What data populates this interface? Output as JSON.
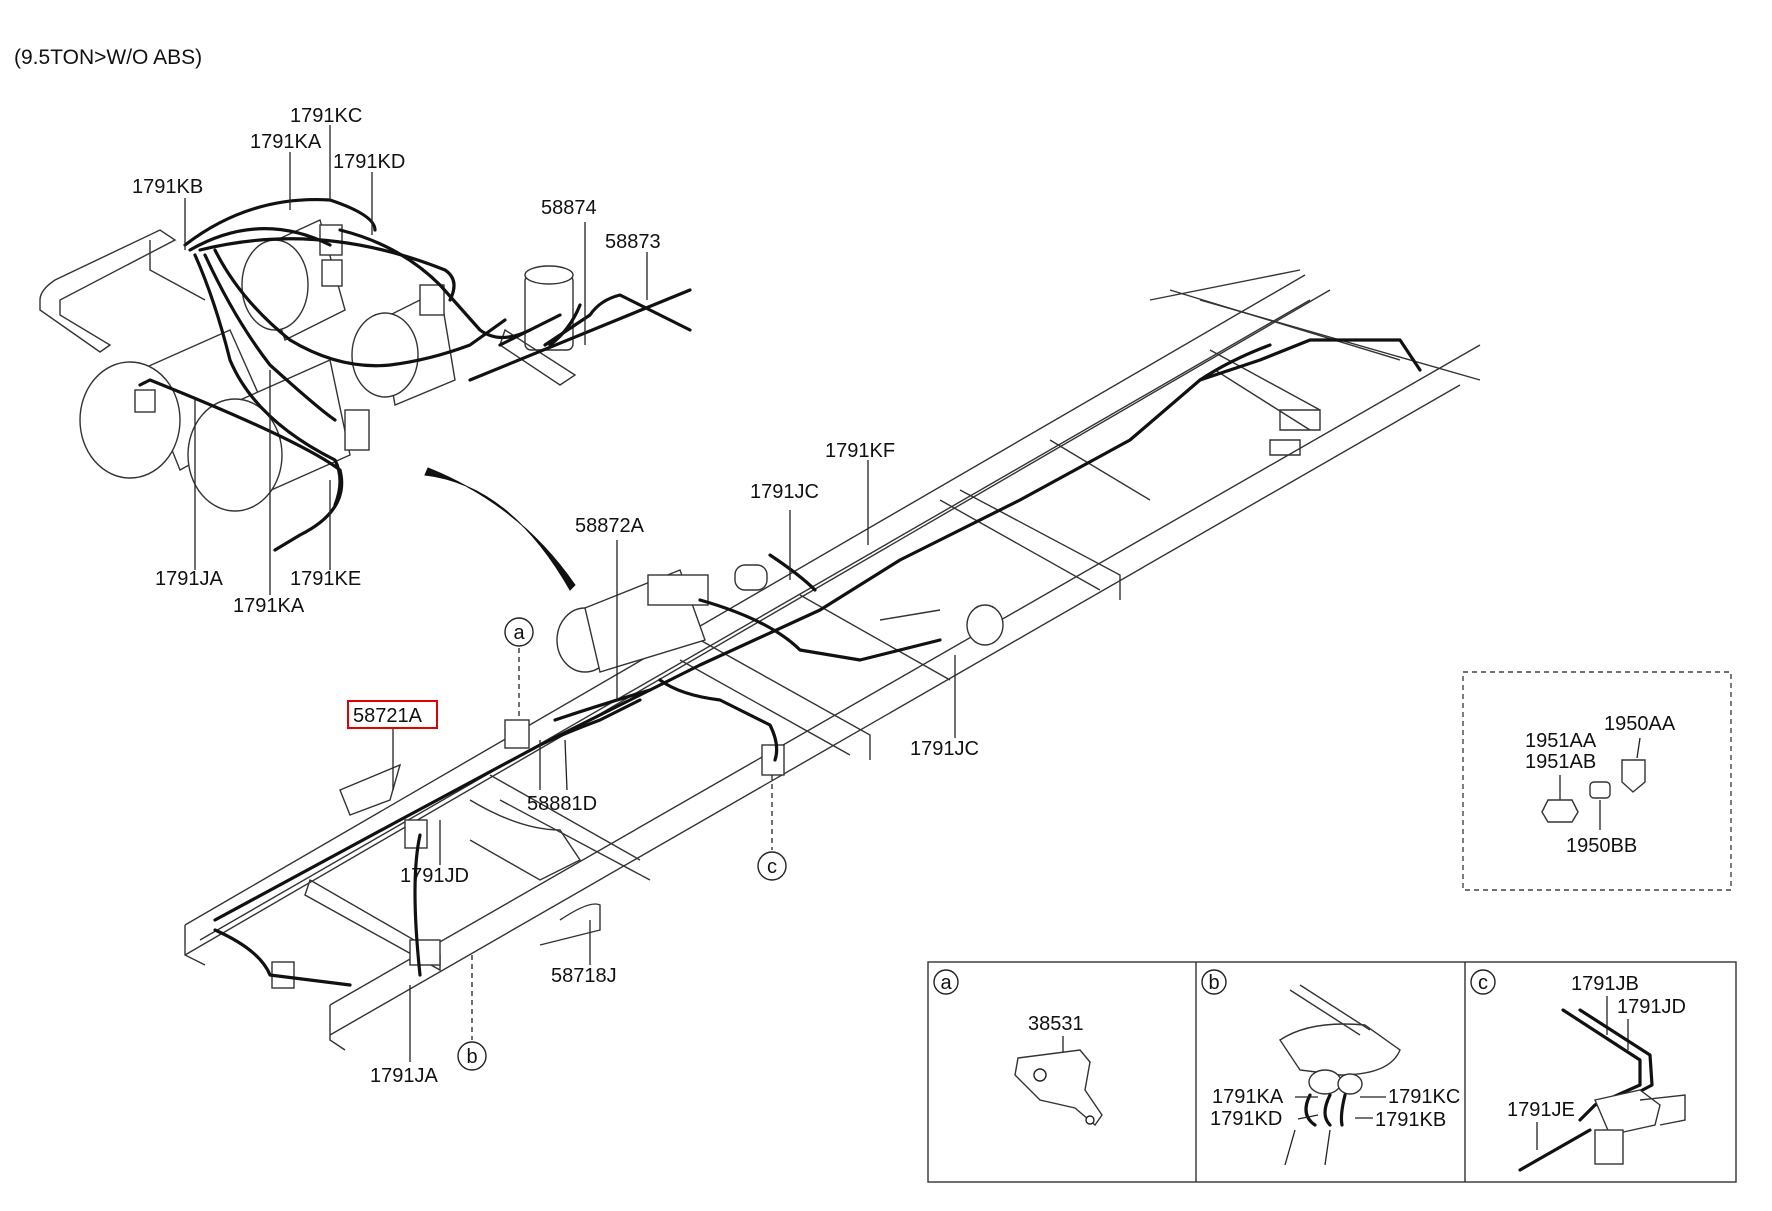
{
  "header": {
    "text": "(9.5TON>W/O ABS)"
  },
  "labels": {
    "p1791KC": "1791KC",
    "p1791KA": "1791KA",
    "p1791KD": "1791KD",
    "p1791KB": "1791KB",
    "p58874": "58874",
    "p58873": "58873",
    "p1791KF": "1791KF",
    "p1791JC": "1791JC",
    "p58872A": "58872A",
    "p1791JA": "1791JA",
    "p1791KE": "1791KE",
    "p1791KA2": "1791KA",
    "p58721A": "58721A",
    "p58881D": "58881D",
    "p1791JD": "1791JD",
    "p1791JC2": "1791JC",
    "p58718J": "58718J",
    "p1791JA2": "1791JA",
    "p1951AA": "1951AA",
    "p1951AB": "1951AB",
    "p1950AA": "1950AA",
    "p1950BB": "1950BB",
    "d38531": "38531",
    "dKA": "1791KA",
    "dKC": "1791KC",
    "dKD": "1791KD",
    "dKB": "1791KB",
    "dJB": "1791JB",
    "dJD": "1791JD",
    "dJE": "1791JE"
  },
  "callouts": {
    "a": "a",
    "b": "b",
    "c": "c"
  },
  "highlight": {
    "part": "58721A",
    "color": "#e00000"
  }
}
